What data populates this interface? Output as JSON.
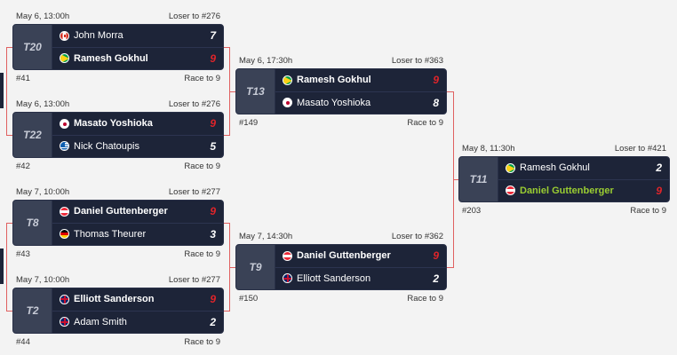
{
  "matches": [
    {
      "id": "t20",
      "datetime": "May 6, 13:00h",
      "loser_to": "Loser to #276",
      "table": "T20",
      "match_no": "#41",
      "race": "Race to 9",
      "p1": {
        "name": "John Morra",
        "flag": "canada-flag-icon",
        "score": "7"
      },
      "p2": {
        "name": "Ramesh Gokhul",
        "flag": "guyana-flag-icon",
        "score": "9"
      }
    },
    {
      "id": "t22",
      "datetime": "May 6, 13:00h",
      "loser_to": "Loser to #276",
      "table": "T22",
      "match_no": "#42",
      "race": "Race to 9",
      "p1": {
        "name": "Masato Yoshioka",
        "flag": "japan-flag-icon",
        "score": "9"
      },
      "p2": {
        "name": "Nick Chatoupis",
        "flag": "greece-flag-icon",
        "score": "5"
      }
    },
    {
      "id": "t8",
      "datetime": "May 7, 10:00h",
      "loser_to": "Loser to #277",
      "table": "T8",
      "match_no": "#43",
      "race": "Race to 9",
      "p1": {
        "name": "Daniel Guttenberger",
        "flag": "austria-flag-icon",
        "score": "9"
      },
      "p2": {
        "name": "Thomas Theurer",
        "flag": "germany-flag-icon",
        "score": "3"
      }
    },
    {
      "id": "t2",
      "datetime": "May 7, 10:00h",
      "loser_to": "Loser to #277",
      "table": "T2",
      "match_no": "#44",
      "race": "Race to 9",
      "p1": {
        "name": "Elliott Sanderson",
        "flag": "uk-flag-icon",
        "score": "9"
      },
      "p2": {
        "name": "Adam Smith",
        "flag": "uk-flag-icon",
        "score": "2"
      }
    },
    {
      "id": "t13",
      "datetime": "May 6, 17:30h",
      "loser_to": "Loser to #363",
      "table": "T13",
      "match_no": "#149",
      "race": "Race to 9",
      "p1": {
        "name": "Ramesh Gokhul",
        "flag": "guyana-flag-icon",
        "score": "9"
      },
      "p2": {
        "name": "Masato Yoshioka",
        "flag": "japan-flag-icon",
        "score": "8"
      }
    },
    {
      "id": "t9",
      "datetime": "May 7, 14:30h",
      "loser_to": "Loser to #362",
      "table": "T9",
      "match_no": "#150",
      "race": "Race to 9",
      "p1": {
        "name": "Daniel Guttenberger",
        "flag": "austria-flag-icon",
        "score": "9"
      },
      "p2": {
        "name": "Elliott Sanderson",
        "flag": "uk-flag-icon",
        "score": "2"
      }
    },
    {
      "id": "t11",
      "datetime": "May 8, 11:30h",
      "loser_to": "Loser to #421",
      "table": "T11",
      "match_no": "#203",
      "race": "Race to 9",
      "p1": {
        "name": "Ramesh Gokhul",
        "flag": "guyana-flag-icon",
        "score": "2"
      },
      "p2": {
        "name": "Daniel Guttenberger",
        "flag": "austria-flag-icon",
        "score": "9"
      }
    }
  ],
  "colors": {
    "card_bg": "#1d2438",
    "winner_score": "#e0242a",
    "leader_name": "#9acd32",
    "connector": "#e06060"
  }
}
